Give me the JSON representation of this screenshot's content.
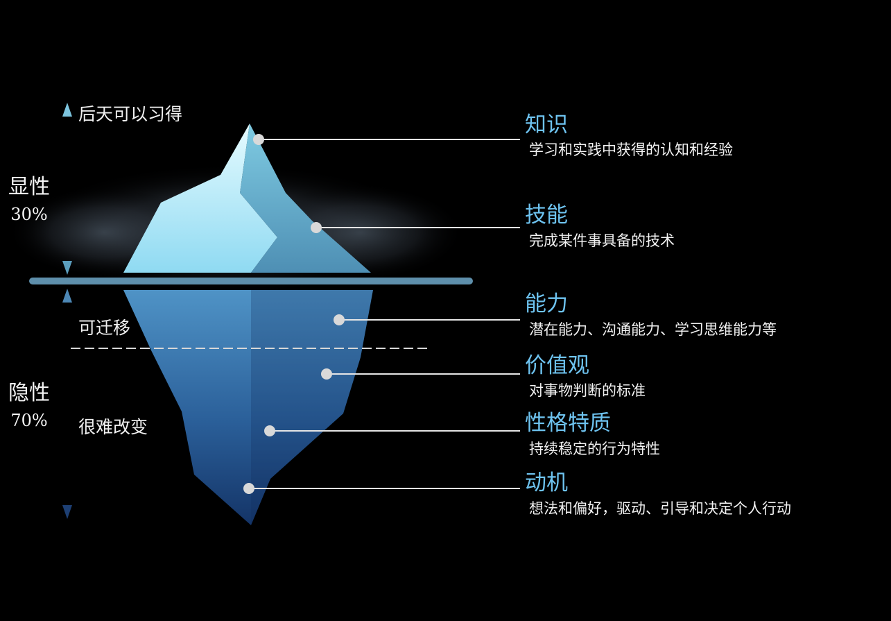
{
  "left": {
    "explicit": {
      "label": "显性",
      "percent": "30%"
    },
    "implicit": {
      "label": "隐性",
      "percent": "70%"
    },
    "acquired_note": "后天可以习得",
    "transferable_note": "可迁移",
    "hard_change_note": "很难改变"
  },
  "layers": [
    {
      "title": "知识",
      "desc": "学习和实践中获得的认知和经验"
    },
    {
      "title": "技能",
      "desc": "完成某件事具备的技术"
    },
    {
      "title": "能力",
      "desc": "潜在能力、沟通能力、学习思维能力等"
    },
    {
      "title": "价值观",
      "desc": "对事物判断的标准"
    },
    {
      "title": "性格特质",
      "desc": "持续稳定的行为特性"
    },
    {
      "title": "动机",
      "desc": "想法和偏好，驱动、引导和决定个人行动"
    }
  ],
  "colors": {
    "background": "#000000",
    "title_accent": "#6ec3f0",
    "waterline": "#5e8fab",
    "ice_light": "#b9eefc",
    "ice_deep": "#163a70"
  }
}
